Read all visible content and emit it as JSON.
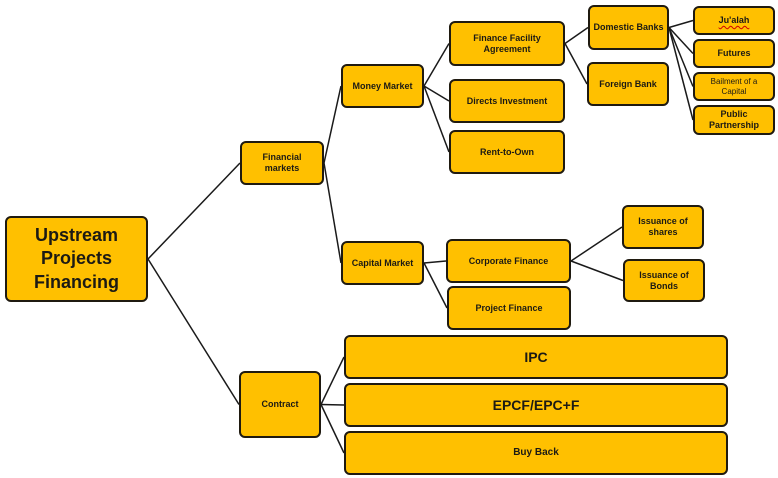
{
  "diagram": {
    "title": "Upstream Projects Financing",
    "colors": {
      "node_fill": "#ffc000",
      "node_border": "#1f1a10",
      "connector": "#1a1a1a",
      "text": "#1c1a14"
    },
    "nodes": {
      "root": "Upstream Projects Financing",
      "financial_markets": "Financial markets",
      "contract": "Contract",
      "money_market": "Money Market",
      "capital_market": "Capital Market",
      "finance_facility_agreement": "Finance Facility Agreement",
      "directs_investment": "Directs Investment",
      "rent_to_own": "Rent-to-Own",
      "domestic_banks": "Domestic Banks",
      "foreign_bank": "Foreign Bank",
      "jualah": "Ju'alah",
      "futures": "Futures",
      "bailment_of_capital": "Bailment of a Capital",
      "public_partnership": "Public Partnership",
      "corporate_finance": "Corporate Finance",
      "project_finance": "Project Finance",
      "issuance_of_shares": "Issuance of shares",
      "issuance_of_bonds": "Issuance of Bonds",
      "ipc": "IPC",
      "epcf": "EPCF/EPC+F",
      "buy_back": "Buy Back"
    },
    "edges": [
      [
        "root",
        "financial_markets"
      ],
      [
        "root",
        "contract"
      ],
      [
        "financial_markets",
        "money_market"
      ],
      [
        "financial_markets",
        "capital_market"
      ],
      [
        "money_market",
        "finance_facility_agreement"
      ],
      [
        "money_market",
        "directs_investment"
      ],
      [
        "money_market",
        "rent_to_own"
      ],
      [
        "finance_facility_agreement",
        "domestic_banks"
      ],
      [
        "finance_facility_agreement",
        "foreign_bank"
      ],
      [
        "domestic_banks",
        "jualah"
      ],
      [
        "domestic_banks",
        "futures"
      ],
      [
        "domestic_banks",
        "bailment_of_capital"
      ],
      [
        "domestic_banks",
        "public_partnership"
      ],
      [
        "capital_market",
        "corporate_finance"
      ],
      [
        "capital_market",
        "project_finance"
      ],
      [
        "corporate_finance",
        "issuance_of_shares"
      ],
      [
        "corporate_finance",
        "issuance_of_bonds"
      ],
      [
        "contract",
        "ipc"
      ],
      [
        "contract",
        "epcf"
      ],
      [
        "contract",
        "buy_back"
      ]
    ]
  }
}
